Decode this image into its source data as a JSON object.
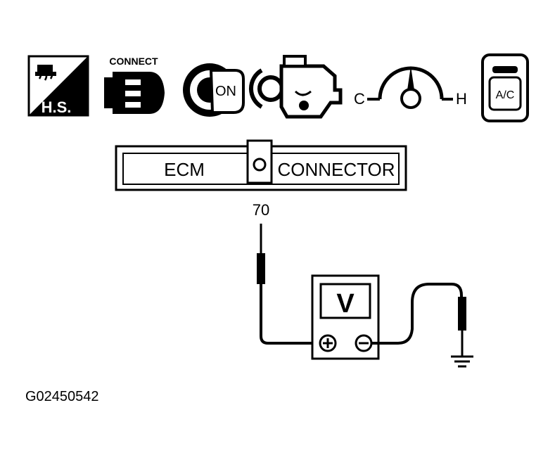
{
  "icons": {
    "hs_label": "H.S.",
    "connect_label": "CONNECT",
    "ignition_label": "ON",
    "temp_cold_label": "C",
    "temp_hot_label": "H",
    "ac_label": "A/C"
  },
  "ecm_connector": {
    "left_label": "ECM",
    "right_label": "CONNECTOR"
  },
  "terminal": {
    "number": "70"
  },
  "meter": {
    "label": "V"
  },
  "figure_id": "G02450542"
}
